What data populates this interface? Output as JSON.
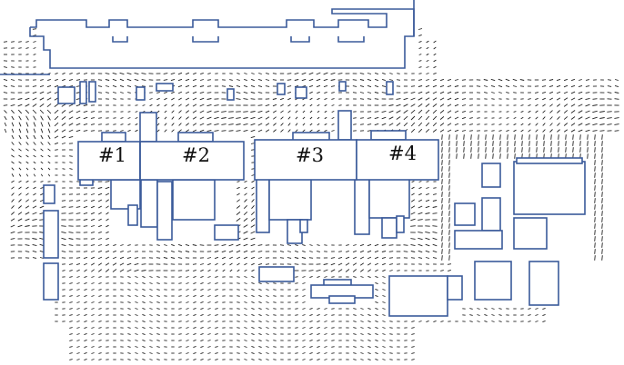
{
  "diagram": {
    "labels": [
      {
        "id": "unit-1",
        "text": "#1"
      },
      {
        "id": "unit-2",
        "text": "#2"
      },
      {
        "id": "unit-3",
        "text": "#3"
      },
      {
        "id": "unit-4",
        "text": "#4"
      }
    ],
    "colors": {
      "building_outline": "#3a5a9a",
      "vector": "#222222",
      "label": "#111111",
      "background": "#ffffff"
    }
  }
}
